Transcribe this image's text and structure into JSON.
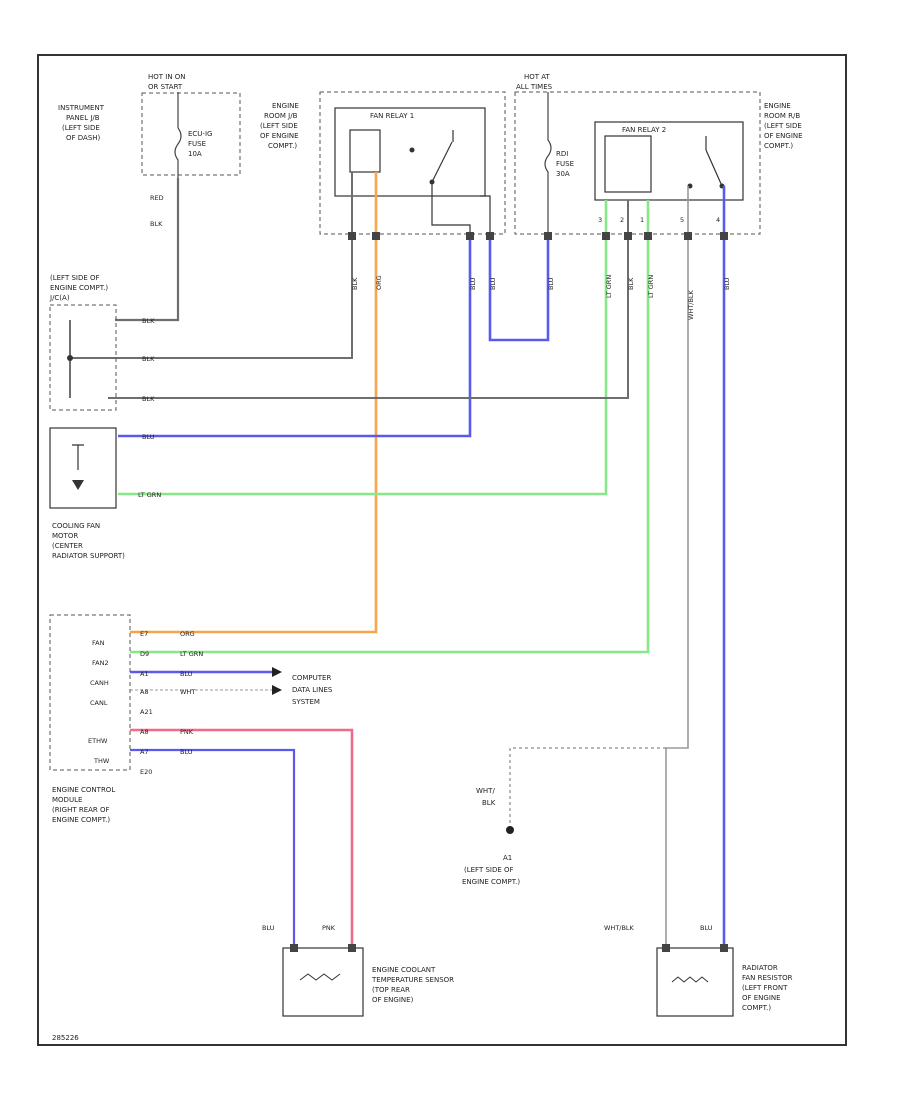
{
  "colors": {
    "blk": "#6e6e6e",
    "org": "#f5a64a",
    "blu": "#5a5aee",
    "ltgrn": "#88e888",
    "red": "#f06a8a",
    "wht": "#9a9a9a"
  },
  "labels": {
    "hot_in_on": "HOT IN ON",
    "or_start": "OR START",
    "instrument_panel": [
      "INSTRUMENT",
      "PANEL J/B",
      "(LEFT SIDE",
      "OF DASH)"
    ],
    "ecu_ig_fuse": [
      "ECU-IG",
      "FUSE",
      "10A"
    ],
    "engine_room_left": [
      "ENGINE",
      "ROOM J/B",
      "(LEFT SIDE",
      "OF ENGINE",
      "COMPT.)"
    ],
    "fan_relay_1": "FAN RELAY 1",
    "hot_at": "HOT AT",
    "all_times": "ALL TIMES",
    "rdi_fuse": [
      "RDI",
      "FUSE",
      "30A"
    ],
    "fan_relay_2": "FAN RELAY 2",
    "engine_room_right": [
      "ENGINE",
      "ROOM R/B",
      "(LEFT SIDE",
      "OF ENGINE",
      "COMPT.)"
    ],
    "wire_red": "RED",
    "wire_blk": "BLK",
    "left_side": [
      "(LEFT SIDE OF",
      "ENGINE COMPT.)"
    ],
    "splice": "J/C(A)",
    "cooling_fan_motor": [
      "COOLING FAN",
      "MOTOR",
      "(CENTER",
      "RADIATOR SUPPORT)"
    ],
    "ecm_pins": [
      "FAN",
      "FAN2",
      "CANH",
      "CANL",
      "ETHW",
      "THW"
    ],
    "ecm_wires": [
      "ORG",
      "LT GRN",
      "BLU",
      "WHT",
      "PNK",
      "BLU"
    ],
    "ecm_pin_nums": [
      "E7",
      "D9",
      "A1",
      "A8",
      "A8",
      "A7"
    ],
    "ecm_extra": [
      "A21",
      "E20"
    ],
    "computer_data": [
      "COMPUTER",
      "DATA LINES",
      "SYSTEM"
    ],
    "ecm": [
      "ENGINE CONTROL",
      "MODULE",
      "(RIGHT REAR OF",
      "ENGINE COMPT.)"
    ],
    "ground_wire": [
      "WHT/",
      "BLK"
    ],
    "ground": [
      "A1",
      "(LEFT SIDE OF",
      "ENGINE COMPT.)"
    ],
    "ect_wires": [
      "BLU",
      "PNK"
    ],
    "ect_sensor": [
      "ENGINE COOLANT",
      "TEMPERATURE SENSOR",
      "(TOP REAR",
      "OF ENGINE)"
    ],
    "rfr_wires": [
      "WHT/BLK",
      "BLU"
    ],
    "radiator_resistor": [
      "RADIATOR",
      "FAN RESISTOR",
      "(LEFT FRONT",
      "OF ENGINE",
      "COMPT.)"
    ],
    "vertical_wires": [
      "BLK",
      "ORG",
      "BLU",
      "BLU",
      "BLU",
      "LT GRN",
      "BLK",
      "LT GRN",
      "WHT/BLK",
      "BLU"
    ],
    "splice_wires": [
      "BLK",
      "BLK",
      "BLK",
      "BLU",
      "LT GRN"
    ],
    "footer_code": "285226"
  }
}
